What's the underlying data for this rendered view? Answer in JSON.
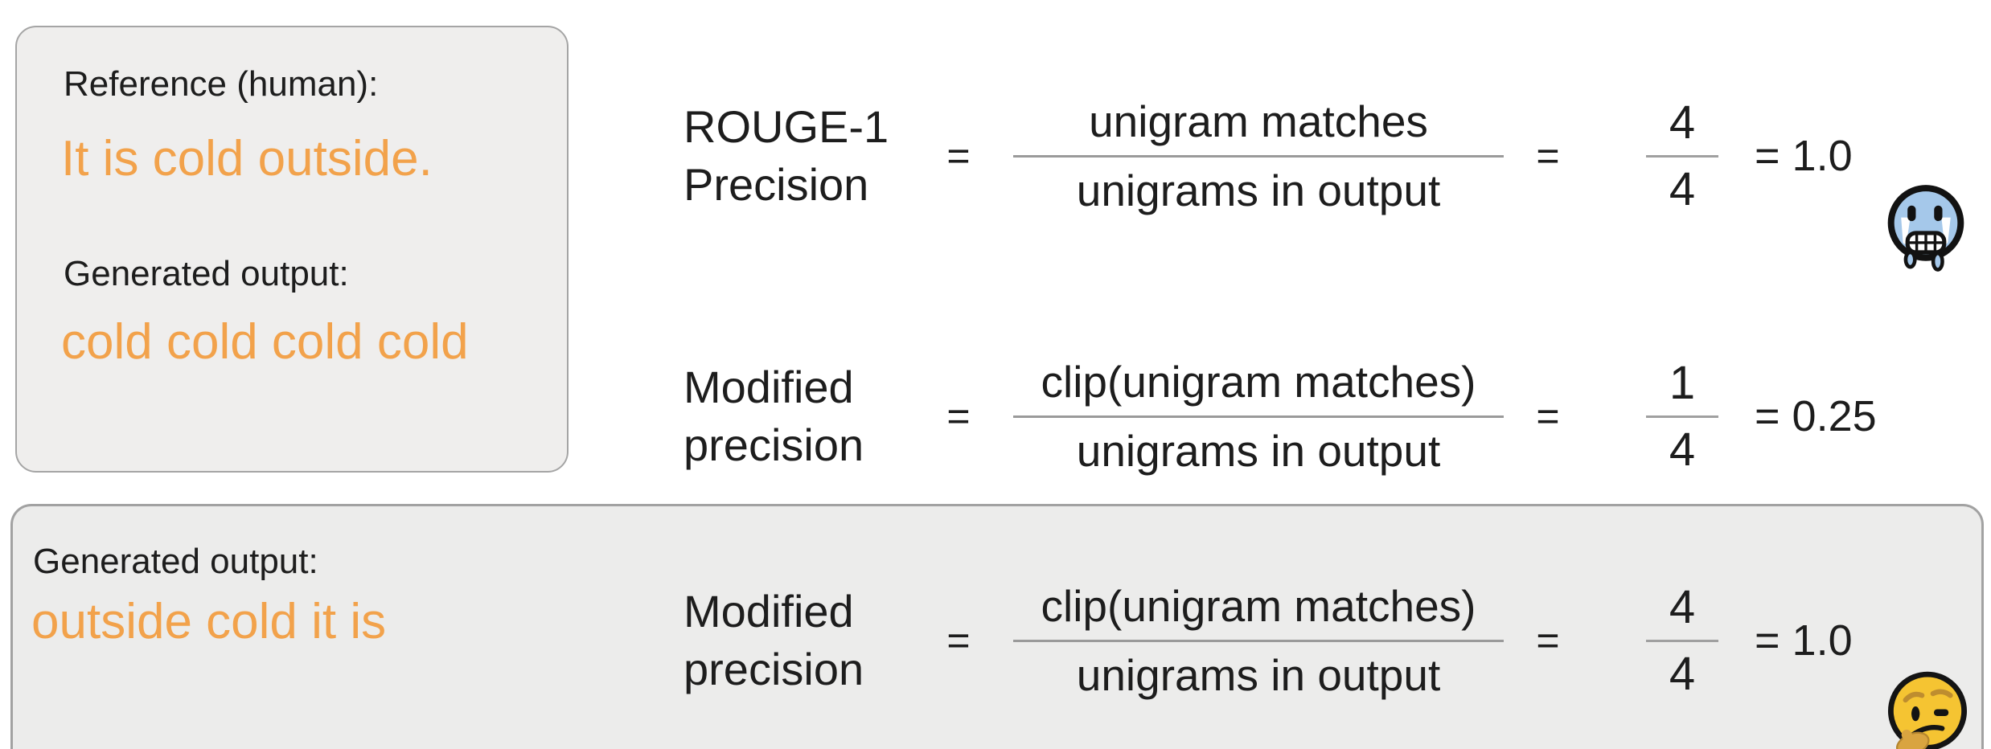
{
  "palette": {
    "page_background": "#ffffff",
    "box_background": "#eeedec",
    "box_border": "#a5a5a5",
    "text_color": "#1d1d1d",
    "highlight_orange": "#f2a24b",
    "fraction_bar": "#9a9a9a",
    "cold_face_blue": "#a5c8ea",
    "thinking_face_yellow": "#f5c432"
  },
  "example1": {
    "reference_label": "Reference (human):",
    "reference_text": "It is cold outside.",
    "generated_label": "Generated output:",
    "generated_text": "cold cold cold cold"
  },
  "example2": {
    "generated_label": "Generated output:",
    "generated_text": "outside cold it is"
  },
  "rows": [
    {
      "label_line1": "ROUGE-1",
      "label_line2": "Precision",
      "eq1": "=",
      "numerator": "unigram matches",
      "denominator": "unigrams in output",
      "eq2": "=",
      "frac_num": "4",
      "frac_den": "4",
      "result": "= 1.0",
      "emoji": "cold-face-emoji"
    },
    {
      "label_line1": "Modified",
      "label_line2": "precision",
      "eq1": "=",
      "numerator": "clip(unigram matches)",
      "denominator": "unigrams in output",
      "eq2": "=",
      "frac_num": "1",
      "frac_den": "4",
      "result": "= 0.25",
      "emoji": ""
    },
    {
      "label_line1": "Modified",
      "label_line2": "precision",
      "eq1": "=",
      "numerator": "clip(unigram matches)",
      "denominator": "unigrams in output",
      "eq2": "=",
      "frac_num": "4",
      "frac_den": "4",
      "result": "= 1.0",
      "emoji": "thinking-face-emoji"
    }
  ]
}
